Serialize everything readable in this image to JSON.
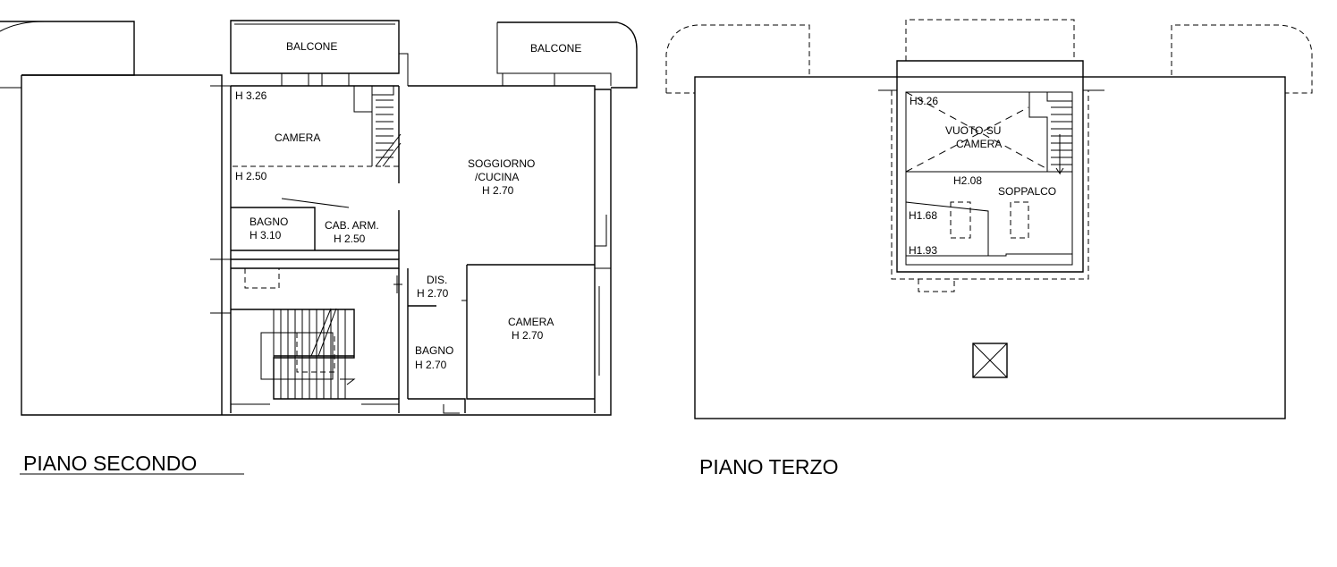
{
  "plans": [
    {
      "title": "PIANO SECONDO",
      "rooms": [
        {
          "name": "BALCONE"
        },
        {
          "name": "BALCONE"
        },
        {
          "name": "CAMERA",
          "heights": [
            "H 3.26",
            "H 2.50"
          ]
        },
        {
          "name": "SOGGIORNO",
          "name2": "/CUCINA",
          "height": "H 2.70"
        },
        {
          "name": "BAGNO",
          "height": "H 3.10"
        },
        {
          "name": "CAB. ARM.",
          "height": "H 2.50"
        },
        {
          "name": "DIS.",
          "height": "H 2.70"
        },
        {
          "name": "CAMERA",
          "height": "H 2.70"
        },
        {
          "name": "BAGNO",
          "height": "H 2.70"
        }
      ]
    },
    {
      "title": "PIANO TERZO",
      "rooms": [
        {
          "height": "H3.26",
          "name": "VUOTO SU",
          "name2": "CAMERA"
        },
        {
          "name": "SOPPALCO",
          "heights": [
            "H2.08",
            "H1.68",
            "H1.93"
          ]
        }
      ]
    }
  ]
}
